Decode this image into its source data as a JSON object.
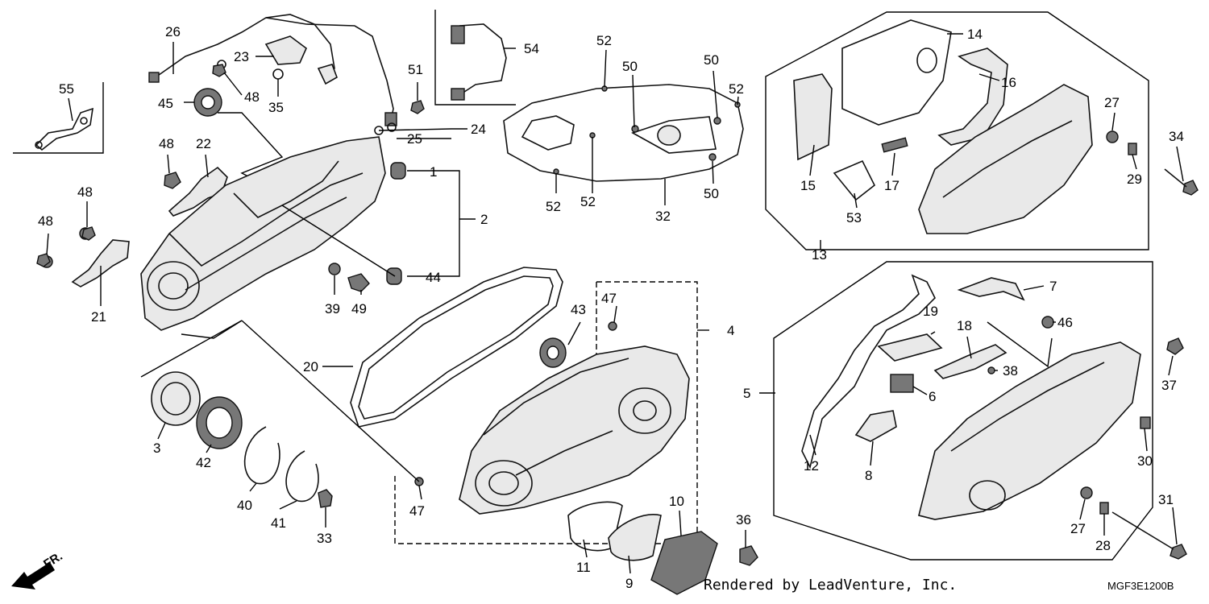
{
  "diagram": {
    "callouts": [
      "1",
      "2",
      "3",
      "4",
      "5",
      "6",
      "7",
      "8",
      "9",
      "10",
      "11",
      "12",
      "13",
      "14",
      "15",
      "16",
      "17",
      "18",
      "19",
      "20",
      "21",
      "22",
      "23",
      "24",
      "25",
      "26",
      "27",
      "27",
      "28",
      "29",
      "30",
      "31",
      "32",
      "33",
      "34",
      "35",
      "36",
      "37",
      "38",
      "39",
      "40",
      "41",
      "42",
      "43",
      "44",
      "45",
      "46",
      "47",
      "47",
      "48",
      "48",
      "48",
      "48",
      "49",
      "50",
      "50",
      "50",
      "51",
      "52",
      "52",
      "52",
      "52",
      "52",
      "53",
      "54",
      "55"
    ],
    "direction_label": "FR.",
    "diagram_code": "MGF3E1200B",
    "credit": "Rendered by LeadVenture, Inc."
  }
}
